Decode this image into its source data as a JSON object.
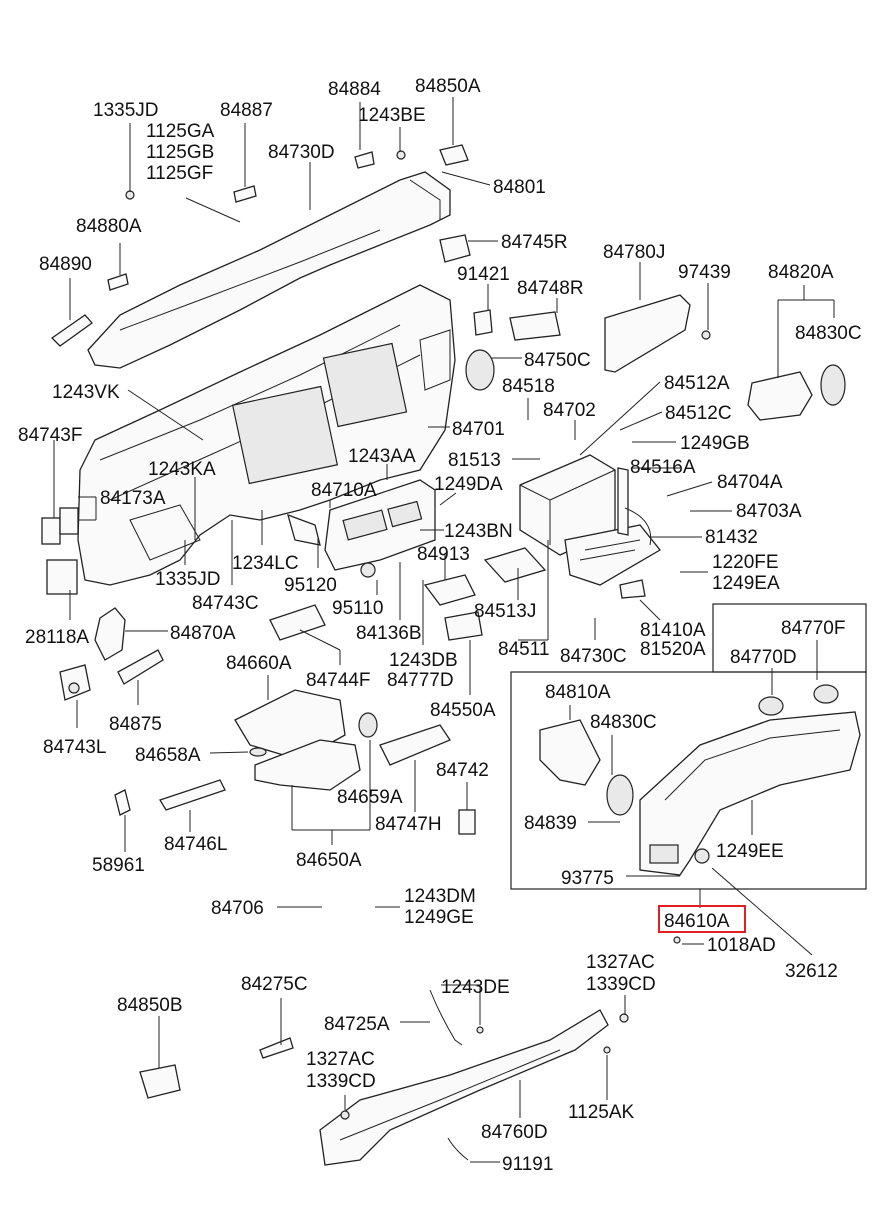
{
  "diagram": {
    "highlighted_part": "84610A",
    "highlight_color": "#e02020",
    "labels": [
      "84884",
      "84850A",
      "1335JD",
      "84887",
      "1243BE",
      "1125GA",
      "1125GB",
      "1125GF",
      "84730D",
      "84801",
      "84880A",
      "84745R",
      "84780J",
      "97439",
      "84820A",
      "84890",
      "91421",
      "84748R",
      "84830C",
      "84750C",
      "84518",
      "84512A",
      "1243VK",
      "84702",
      "84512C",
      "84701",
      "1249GB",
      "84743F",
      "1243AA",
      "81513",
      "84516A",
      "1243KA",
      "84704A",
      "84173A",
      "84710A",
      "1249DA",
      "84703A",
      "81432",
      "1243BN",
      "1220FE",
      "1249EA",
      "84913",
      "1335JD",
      "1234LC",
      "95120",
      "84743C",
      "95110",
      "84513J",
      "81410A",
      "81520A",
      "28118A",
      "84870A",
      "84136B",
      "84511",
      "84730C",
      "84770F",
      "84660A",
      "84744F",
      "1243DB",
      "84777D",
      "84770D",
      "84810A",
      "84830C",
      "84875",
      "84550A",
      "84743L",
      "84658A",
      "84742",
      "84659A",
      "84839",
      "84747H",
      "1249EE",
      "84746L",
      "58961",
      "84650A",
      "93775",
      "84706",
      "1243DM",
      "1249GE",
      "84610A",
      "1018AD",
      "32612",
      "1327AC",
      "1339CD",
      "84275C",
      "1243DE",
      "84850B",
      "84725A",
      "1327AC",
      "1339CD",
      "1125AK",
      "84760D",
      "91191"
    ]
  }
}
